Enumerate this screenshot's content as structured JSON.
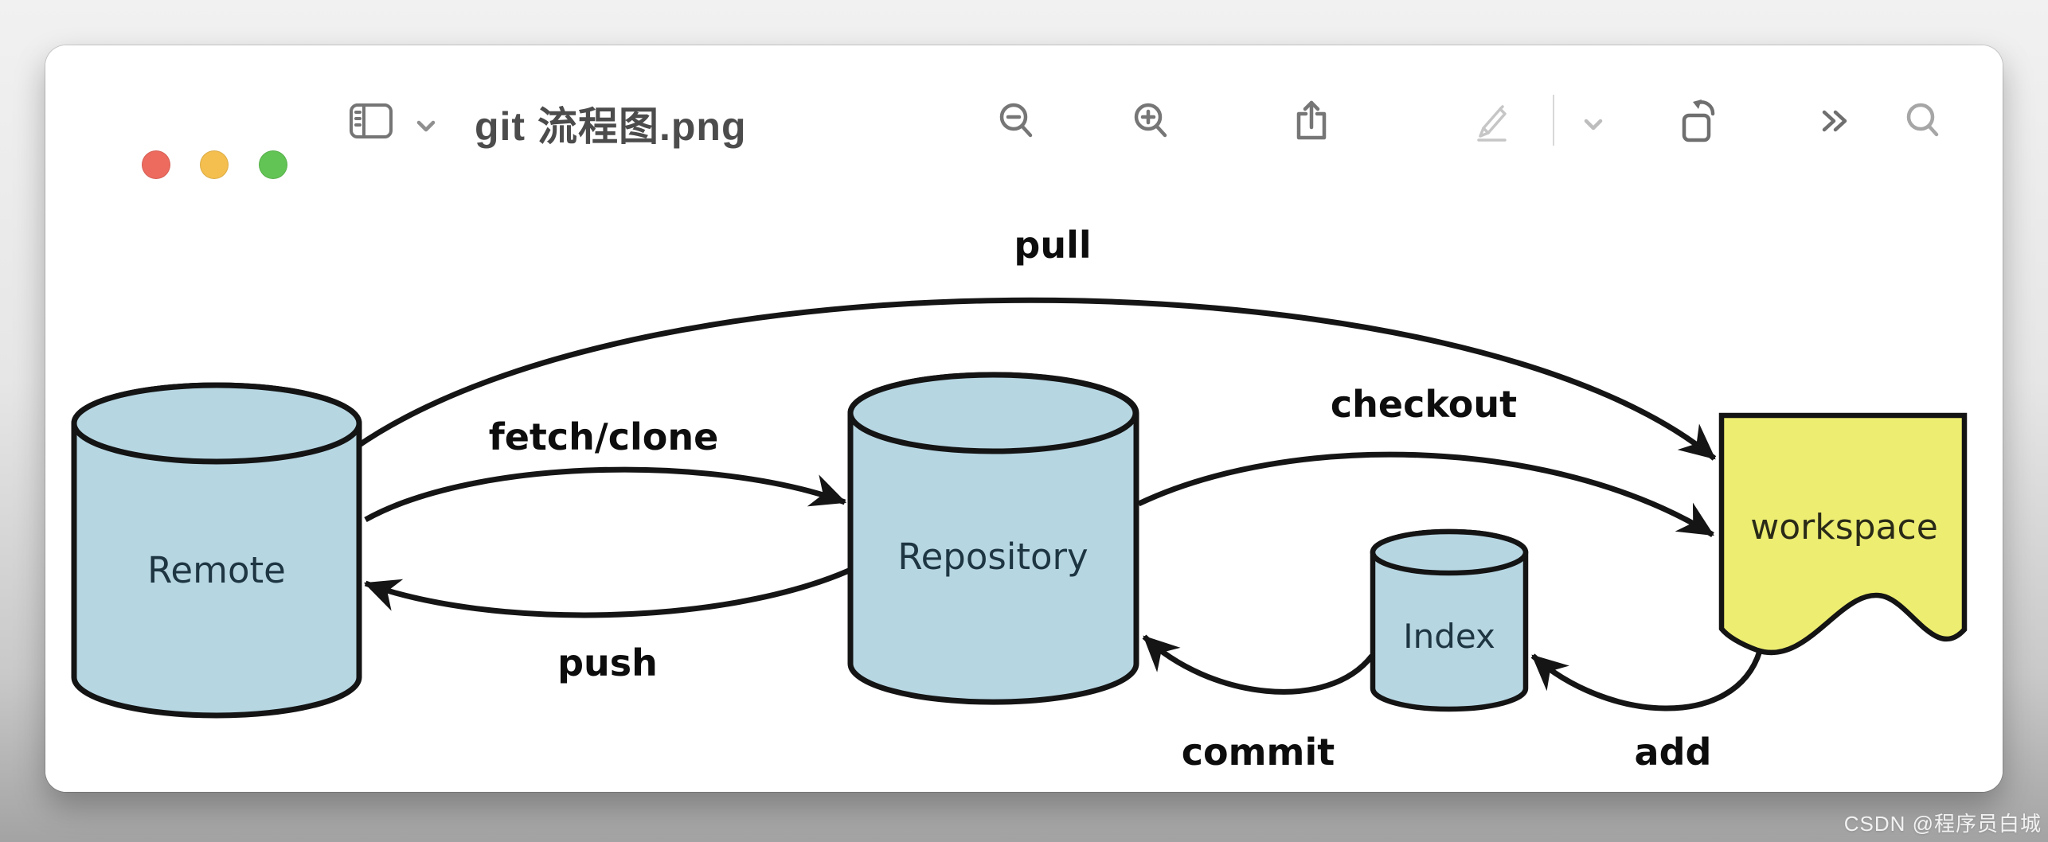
{
  "window": {
    "title": "git 流程图.png",
    "traffic_lights": [
      {
        "name": "close",
        "color": "#ed6a5e"
      },
      {
        "name": "minimize",
        "color": "#f4bf4e"
      },
      {
        "name": "zoom",
        "color": "#61c454"
      }
    ],
    "toolbar": {
      "icons": [
        "sidebar",
        "sidebar-chevron-down",
        "zoom-out",
        "zoom-in",
        "share",
        "markup-pencil",
        "markup-chevron-down",
        "rotate-left",
        "more-chevrons",
        "search"
      ]
    }
  },
  "diagram": {
    "nodes": [
      {
        "id": "remote",
        "label": "Remote",
        "shape": "cylinder",
        "fill": "#b6d6e2"
      },
      {
        "id": "repository",
        "label": "Repository",
        "shape": "cylinder",
        "fill": "#b6d6e2"
      },
      {
        "id": "index",
        "label": "Index",
        "shape": "cylinder",
        "fill": "#b6d6e2"
      },
      {
        "id": "workspace",
        "label": "workspace",
        "shape": "document",
        "fill": "#eded72"
      }
    ],
    "edges": [
      {
        "label": "pull",
        "from": "remote",
        "to": "workspace"
      },
      {
        "label": "fetch/clone",
        "from": "remote",
        "to": "repository"
      },
      {
        "label": "checkout",
        "from": "repository",
        "to": "workspace"
      },
      {
        "label": "push",
        "from": "repository",
        "to": "remote"
      },
      {
        "label": "commit",
        "from": "index",
        "to": "repository"
      },
      {
        "label": "add",
        "from": "workspace",
        "to": "index"
      }
    ],
    "line_color": "#151515",
    "node_text_color": "#1e3542"
  },
  "watermark": "CSDN @程序员白城"
}
